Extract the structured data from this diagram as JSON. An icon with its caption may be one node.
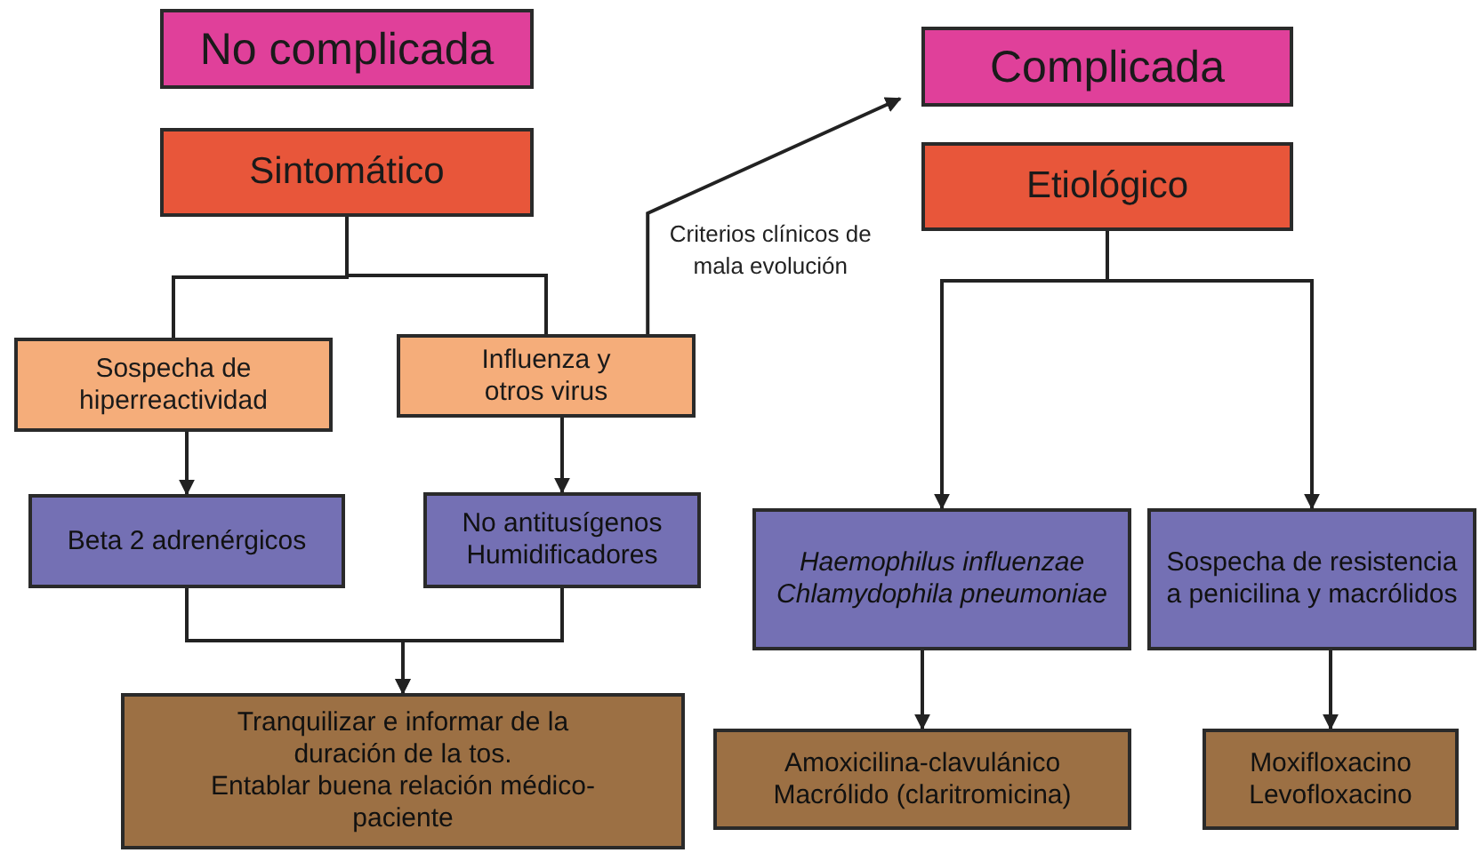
{
  "diagram": {
    "nodes": [
      {
        "text": [
          "No complicada"
        ]
      },
      {
        "text": [
          "Sintomático"
        ]
      },
      {
        "text": [
          "Sospecha de hiperreactividad"
        ]
      },
      {
        "text": [
          "Influenza y otros virus"
        ]
      },
      {
        "text": [
          "Beta 2 adrenérgicos"
        ]
      },
      {
        "text": [
          "No antitusígenos",
          "Humidificadores"
        ]
      },
      {
        "text": [
          "Tranquilizar e informar de la duración de la tos.",
          "Entablar buena relación médico-paciente"
        ]
      },
      {
        "text": [
          "Complicada"
        ]
      },
      {
        "text": [
          "Etiológico"
        ]
      },
      {
        "text": [
          "Haemophilus influenzae",
          "Chlamydophila pneumoniae"
        ]
      },
      {
        "text": [
          "Sospecha de resistencia a penicilina y macrólidos"
        ]
      },
      {
        "text": [
          "Amoxicilina-clavulánico",
          "Macrólido (claritromicina)"
        ]
      },
      {
        "text": [
          "Moxifloxacino",
          "Levofloxacino"
        ]
      }
    ],
    "edges": [
      {
        "from": 1,
        "to": 2,
        "arrow": "none"
      },
      {
        "from": 1,
        "to": 3,
        "arrow": "none"
      },
      {
        "from": 2,
        "to": 4,
        "arrow": "to"
      },
      {
        "from": 3,
        "to": 5,
        "arrow": "to"
      },
      {
        "from": 4,
        "to": 6,
        "arrow": "to"
      },
      {
        "from": 5,
        "to": 6,
        "arrow": "to"
      },
      {
        "from": 3,
        "to": 7,
        "arrow": "to",
        "label": "Criterios clínicos de mala evolución"
      },
      {
        "from": 8,
        "to": 9,
        "arrow": "to"
      },
      {
        "from": 8,
        "to": 10,
        "arrow": "to"
      },
      {
        "from": 9,
        "to": 11,
        "arrow": "to"
      },
      {
        "from": 10,
        "to": 12,
        "arrow": "to"
      }
    ]
  }
}
